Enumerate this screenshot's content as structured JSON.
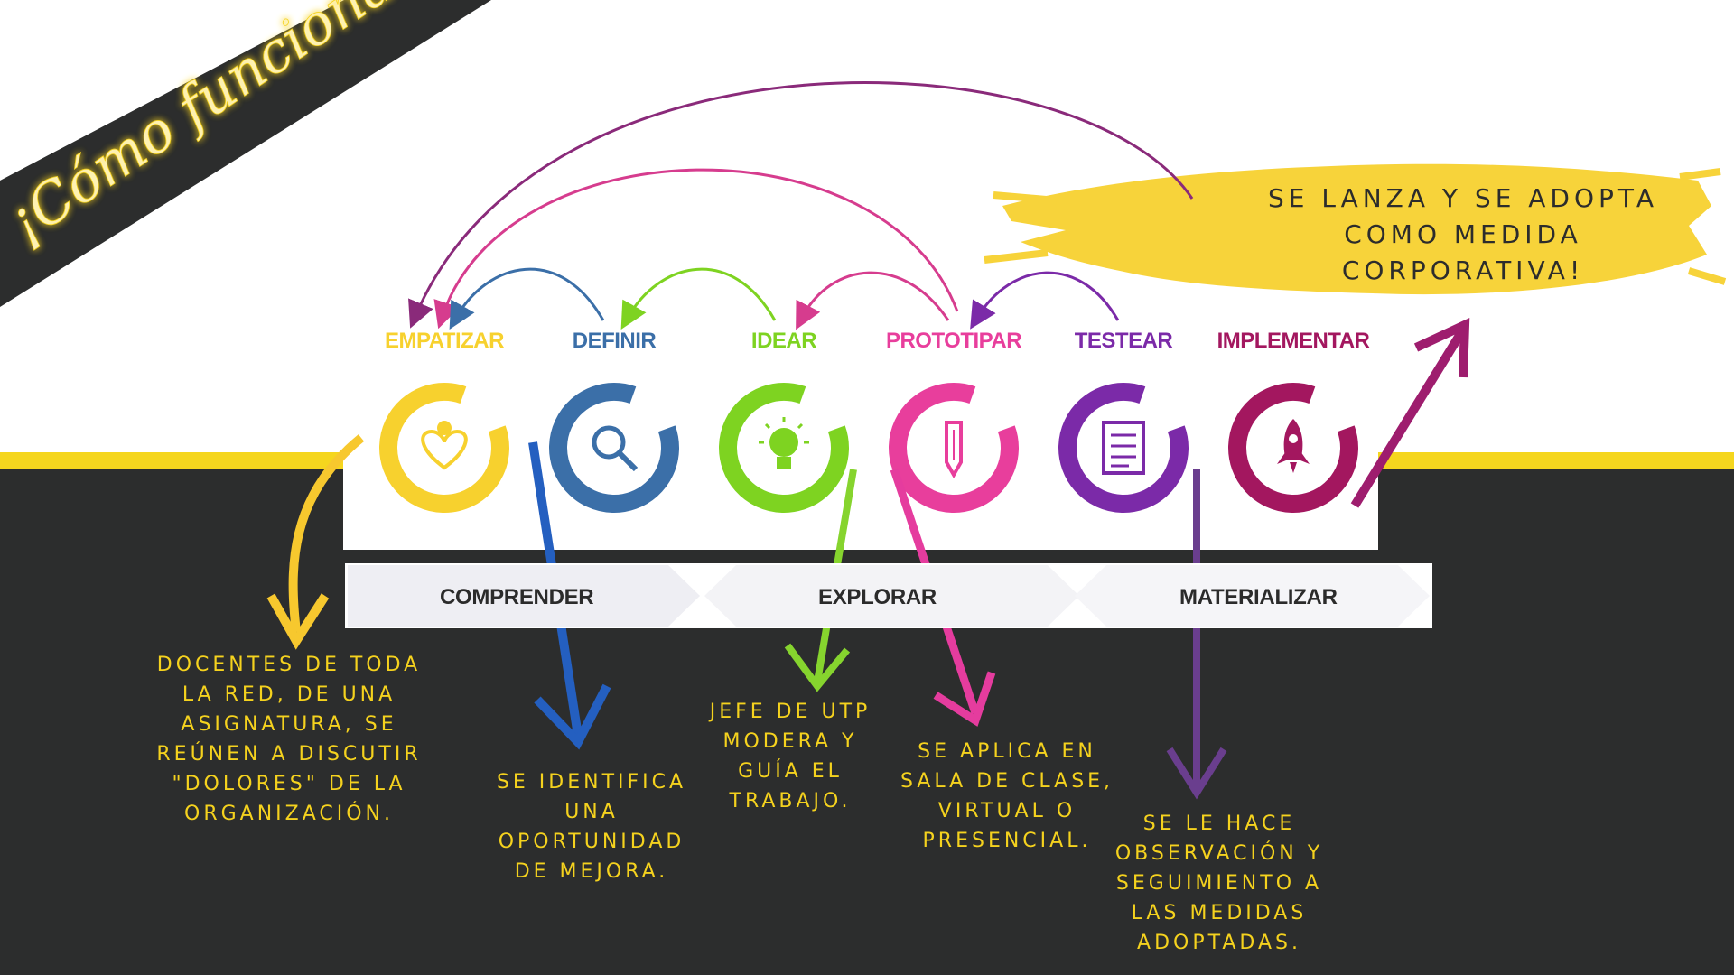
{
  "banner": {
    "text": "¡Cómo funciona!"
  },
  "stages": [
    {
      "label": "EMPATIZAR",
      "color": "#f7d12e",
      "icon": "heart-person-icon"
    },
    {
      "label": "DEFINIR",
      "color": "#3b6fa8",
      "icon": "magnifier-icon"
    },
    {
      "label": "IDEAR",
      "color": "#7ed321",
      "icon": "lightbulb-icon"
    },
    {
      "label": "PROTOTIPAR",
      "color": "#e83e9c",
      "icon": "pencil-icon"
    },
    {
      "label": "TESTEAR",
      "color": "#7b2aa8",
      "icon": "checklist-icon"
    },
    {
      "label": "IMPLEMENTAR",
      "color": "#a3175f",
      "icon": "rocket-icon"
    }
  ],
  "phases": {
    "comprender": "COMPRENDER",
    "explorar": "EXPLORAR",
    "materializar": "MATERIALIZAR"
  },
  "notes": {
    "empatizar": "DOCENTES DE TODA LA RED, DE UNA ASIGNATURA, SE REÚNEN A DISCUTIR \"DOLORES\" DE LA ORGANIZACIÓN.",
    "definir": "SE IDENTIFICA UNA OPORTUNIDAD DE MEJORA.",
    "idear": "JEFE DE UTP MODERA Y GUÍA EL TRABAJO.",
    "prototipar": "SE APLICA EN SALA DE CLASE, VIRTUAL O PRESENCIAL.",
    "testear": "SE LE HACE OBSERVACIÓN Y SEGUIMIENTO A LAS MEDIDAS ADOPTADAS."
  },
  "callout": {
    "text": "SE LANZA Y SE ADOPTA COMO MEDIDA CORPORATIVA!"
  },
  "colors": {
    "dark": "#2c2d2d",
    "accent_yellow": "#f5d61e",
    "note_text": "#f5d21e"
  }
}
